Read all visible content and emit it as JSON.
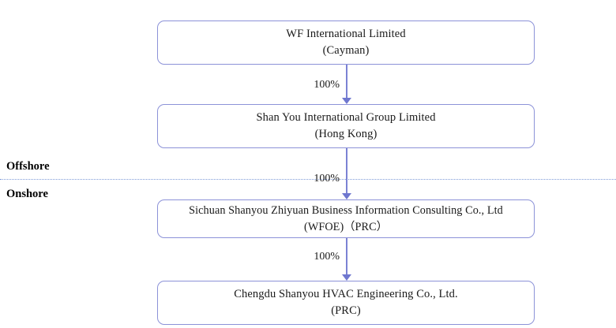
{
  "diagram": {
    "title": "Corporate structure chart",
    "accent_color": "#8c92d8",
    "divider_color": "#7e9ad8",
    "zones": {
      "offshore_label": "Offshore",
      "onshore_label": "Onshore"
    },
    "entities": [
      {
        "id": "wf-international",
        "name": "WF International Limited",
        "jurisdiction": "(Cayman)"
      },
      {
        "id": "shan-you-international",
        "name": "Shan You International Group Limited",
        "jurisdiction": "(Hong Kong)"
      },
      {
        "id": "sichuan-shanyou-zhiyuan",
        "name": "Sichuan Shanyou Zhiyuan Business Information Consulting Co., Ltd",
        "jurisdiction": "(WFOE)（PRC）"
      },
      {
        "id": "chengdu-shanyou-hvac",
        "name": "Chengdu Shanyou HVAC Engineering Co., Ltd.",
        "jurisdiction": "(PRC)"
      }
    ],
    "connections": [
      {
        "from": "wf-international",
        "to": "shan-you-international",
        "ownership": "100%"
      },
      {
        "from": "shan-you-international",
        "to": "sichuan-shanyou-zhiyuan",
        "ownership": "100%"
      },
      {
        "from": "sichuan-shanyou-zhiyuan",
        "to": "chengdu-shanyou-hvac",
        "ownership": "100%"
      }
    ]
  }
}
